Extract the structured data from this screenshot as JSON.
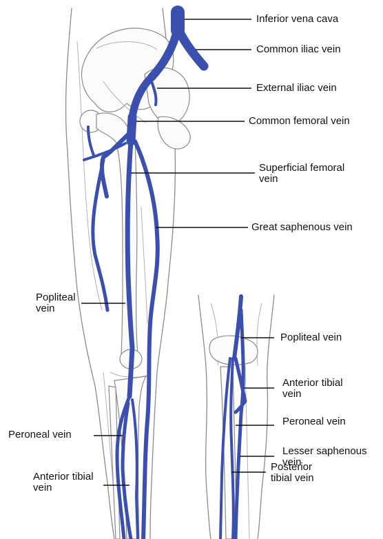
{
  "colors": {
    "vein": "#3a4fae",
    "outline": "#8a8a8a",
    "leader": "#111111"
  },
  "main_leg_labels": {
    "inferior_vena_cava": "Inferior vena cava",
    "common_iliac_vein": "Common iliac vein",
    "external_iliac_vein": "External iliac vein",
    "common_femoral_vein": "Common femoral vein",
    "superficial_femoral_vein": "Superficial femoral\nvein",
    "great_saphenous_vein": "Great saphenous vein",
    "popliteal_vein": "Popliteal\nvein",
    "peroneal_vein": "Peroneal vein",
    "anterior_tibial_vein": "Anterior tibial\nvein"
  },
  "inset_labels": {
    "popliteal_vein": "Popliteal vein",
    "anterior_tibial_vein": "Anterior tibial\nvein",
    "peroneal_vein": "Peroneal vein",
    "lesser_saphenous_vein": "Lesser saphenous\nvein",
    "posterior_tibial_vein": "Posterior\ntibial vein"
  }
}
